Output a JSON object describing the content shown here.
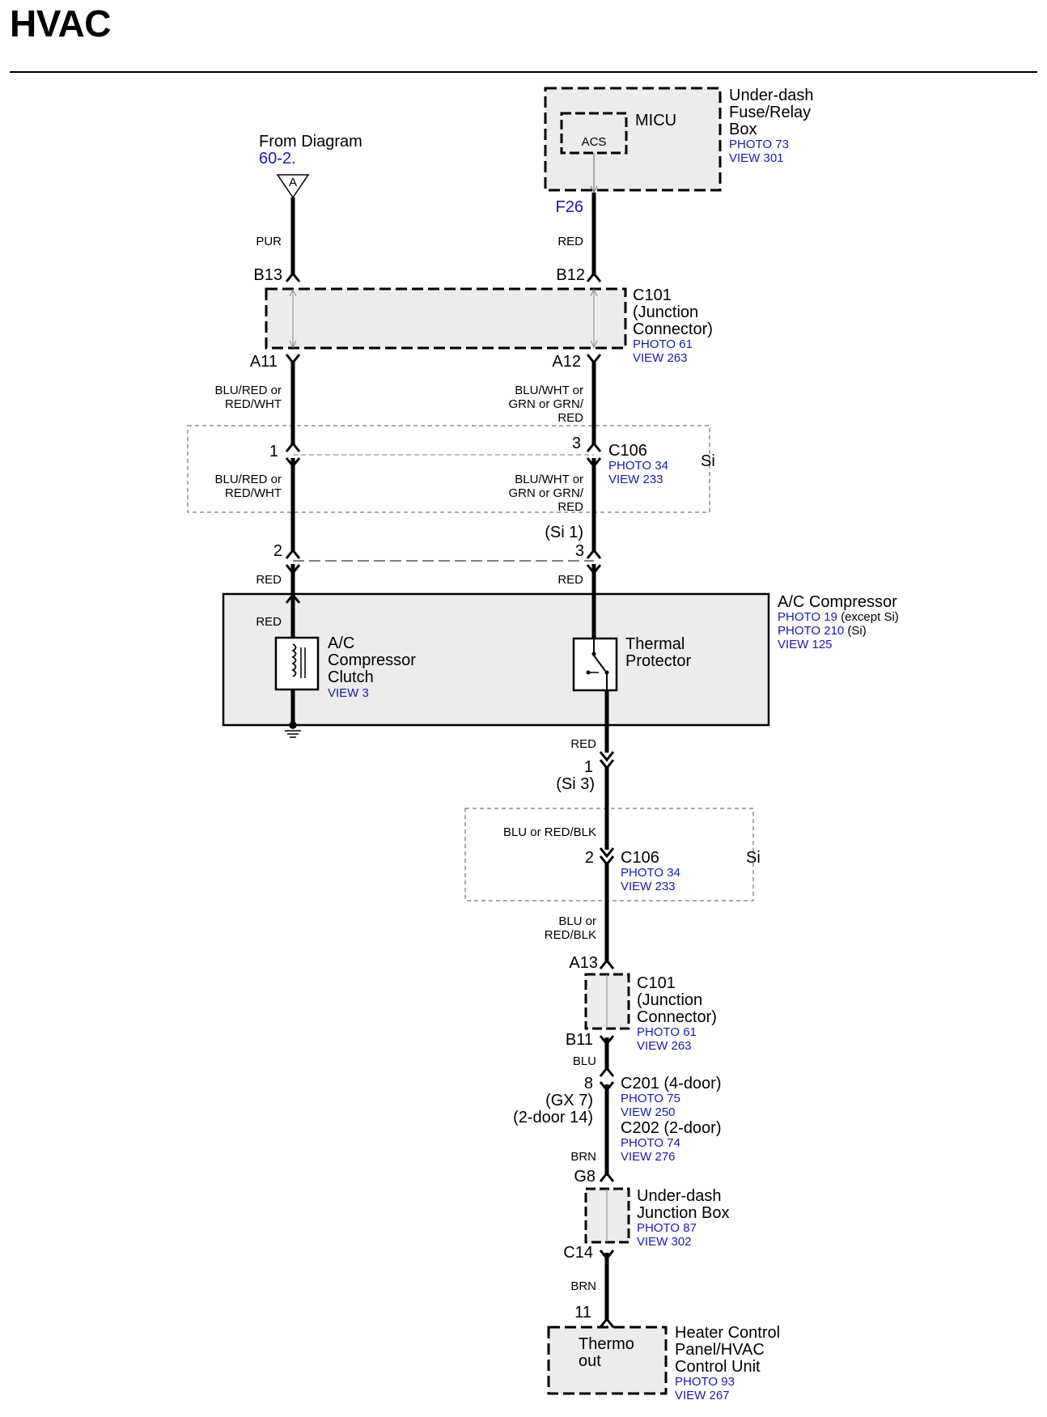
{
  "page": {
    "title": "HVAC"
  },
  "source": {
    "text": "From Diagram",
    "ref": "60-2.",
    "connector": "A"
  },
  "micu": {
    "box_title": [
      "Under-dash",
      "Fuse/Relay",
      "Box"
    ],
    "photo": "PHOTO 73",
    "view": "VIEW 301",
    "inner_label": "MICU",
    "acs_label": "ACS",
    "terminal": "F26"
  },
  "wire_colors": {
    "pur": "PUR",
    "red_top": "RED",
    "a11_out": [
      "BLU/RED or",
      "RED/WHT"
    ],
    "a12_out": [
      "BLU/WHT or",
      "GRN or GRN/",
      "RED"
    ],
    "c106_left_out": [
      "BLU/RED or",
      "RED/WHT"
    ],
    "c106_right_out": [
      "BLU/WHT or",
      "GRN or GRN/",
      "RED"
    ],
    "red_left": "RED",
    "red_right": "RED",
    "red_clutch": "RED",
    "red_protector": "RED",
    "blu_red_blk": "BLU or RED/BLK",
    "blu_or": [
      "BLU or",
      "RED/BLK"
    ],
    "blu": "BLU",
    "brn_1": "BRN",
    "brn_2": "BRN"
  },
  "pins": {
    "b13": "B13",
    "b12": "B12",
    "a11": "A11",
    "a12": "A12",
    "c106_1": "1",
    "c106_3": "3",
    "si_1": "(Si 1)",
    "comp_2": "2",
    "comp_3": "3",
    "prot_1": "1",
    "si_3": "(Si 3)",
    "c106b_2": "2",
    "a13": "A13",
    "b11": "B11",
    "c201_8": "8",
    "gx7": "(GX 7)",
    "door14": "(2-door 14)",
    "g8": "G8",
    "c14": "C14",
    "hc_11": "11"
  },
  "c101_top": {
    "lines": [
      "C101",
      "(Junction",
      "Connector)"
    ],
    "photo": "PHOTO 61",
    "view": "VIEW 263"
  },
  "c106_top": {
    "name": "C106",
    "photo": "PHOTO 34",
    "view": "VIEW 233",
    "tag": "Si"
  },
  "compressor": {
    "title": "A/C Compressor",
    "photos": [
      "PHOTO 19",
      "PHOTO 210"
    ],
    "photo_notes": [
      " (except Si)",
      " (Si)"
    ],
    "view": "VIEW 125",
    "clutch_lines": [
      "A/C",
      "Compressor",
      "Clutch"
    ],
    "clutch_view": "VIEW 3",
    "protector_lines": [
      "Thermal",
      "Protector"
    ]
  },
  "c106_bottom": {
    "name": "C106",
    "photo": "PHOTO 34",
    "view": "VIEW 233",
    "tag": "Si"
  },
  "c101_bottom": {
    "lines": [
      "C101",
      "(Junction",
      "Connector)"
    ],
    "photo": "PHOTO 61",
    "view": "VIEW 263"
  },
  "c201": {
    "name": "C201 (4-door)",
    "photo": "PHOTO 75",
    "view": "VIEW 250",
    "name2": "C202 (2-door)",
    "photo2": "PHOTO 74",
    "view2": "VIEW 276"
  },
  "jbox": {
    "lines": [
      "Under-dash",
      "Junction Box"
    ],
    "photo": "PHOTO 87",
    "view": "VIEW 302"
  },
  "heater": {
    "inner": [
      "Thermo",
      "out"
    ],
    "lines": [
      "Heater Control",
      "Panel/HVAC",
      "Control Unit"
    ],
    "photo": "PHOTO 93",
    "view": "VIEW 267"
  },
  "colors": {
    "box_fill": "#ececec",
    "ref_blue": "#1a1aa8",
    "wire": "#000000"
  }
}
